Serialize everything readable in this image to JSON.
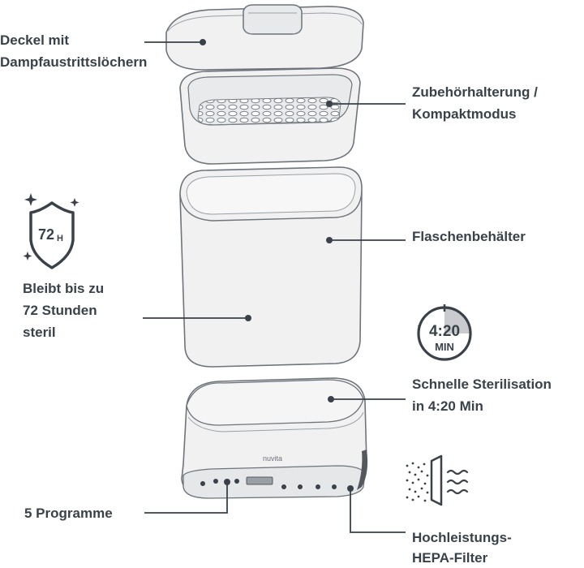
{
  "labels": {
    "lid": [
      "Deckel mit",
      "Dampfaustrittslöchern"
    ],
    "holder": [
      "Zubehörhalterung /",
      "Kompaktmodus"
    ],
    "bottle_container": [
      "Flaschenbehälter"
    ],
    "sterile": [
      "Bleibt bis zu",
      "72 Stunden",
      "steril"
    ],
    "fast": [
      "Schnelle Sterilisation",
      "in 4:20 Min"
    ],
    "programs": [
      "5 Programme"
    ],
    "filter": [
      "Hochleistungs-",
      "HEPA-Filter"
    ]
  },
  "badges": {
    "shield_text": "72",
    "shield_sub": "H",
    "timer_star": "*",
    "timer_time": "4:20",
    "timer_unit": "MIN"
  },
  "brand": "nuvita",
  "icons": [
    "shield-icon",
    "sparkle-icon",
    "timer-icon",
    "hepa-filter-icon"
  ],
  "colors": {
    "line": "#3a4149",
    "body": "#f1f1f2",
    "outline": "#6e747b",
    "accent_gray": "#c9cbce"
  }
}
